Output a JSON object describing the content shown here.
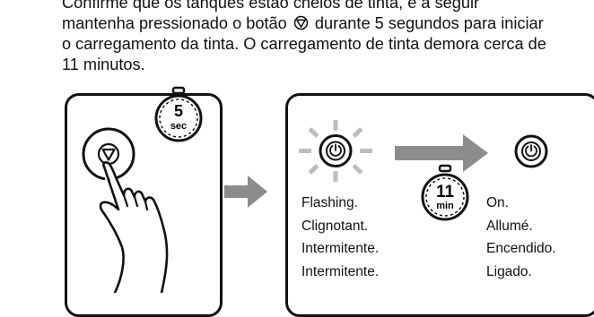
{
  "instructions": {
    "line1": "Confirme que os tanques estão cheios de tinta, e a seguir",
    "line2_before": "mantenha pressionado o botão",
    "line2_after": "durante 5 segundos para iniciar",
    "line3": "o carregamento da tinta. O carregamento de tinta demora cerca de",
    "line4": "11 minutos."
  },
  "left_timer": {
    "value": "5",
    "unit": "sec"
  },
  "middle_timer": {
    "value": "11",
    "unit": "min"
  },
  "flashing_states": [
    "Flashing.",
    "Clignotant.",
    "Intermitente.",
    "Intermitente."
  ],
  "on_states": [
    "On.",
    "Allumé.",
    "Encendido.",
    "Ligado."
  ],
  "icons": [
    "ink-button-icon",
    "power-icon",
    "stopwatch-icon",
    "hand-pointer-icon",
    "arrow-right-icon"
  ],
  "colors": {
    "arrow": "#8c8c8c",
    "flash_rays": "#bdbdbd",
    "ink": "#111111"
  }
}
